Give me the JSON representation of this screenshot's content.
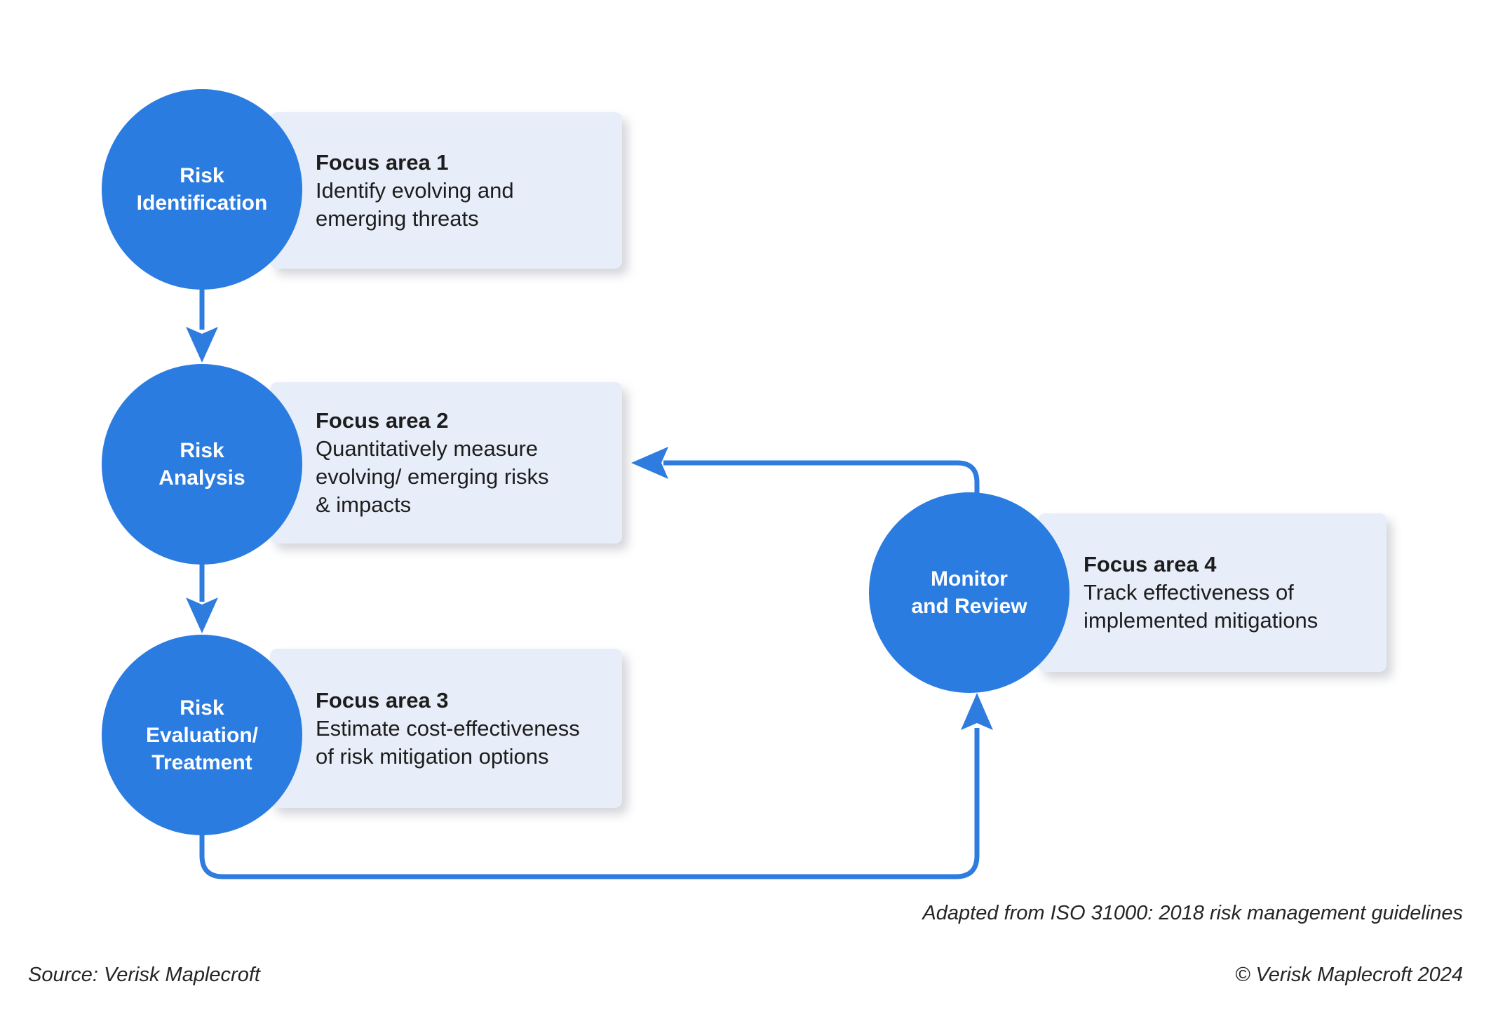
{
  "palette": {
    "node_blue": "#2B7CE0",
    "connector_blue": "#2E7CDE",
    "card_background": "#E8EEF9",
    "text_dark": "#1D1D1D",
    "footnote_text": "#252525",
    "page_background": "#FFFFFF"
  },
  "nodes": [
    {
      "id": "risk-identification",
      "label": "Risk\nIdentification",
      "focus": {
        "title": "Focus area 1",
        "body": "Identify evolving and\nemerging threats"
      }
    },
    {
      "id": "risk-analysis",
      "label": "Risk\nAnalysis",
      "focus": {
        "title": "Focus area 2",
        "body": "Quantitatively measure\nevolving/ emerging risks\n& impacts"
      }
    },
    {
      "id": "risk-evaluation-treatment",
      "label": "Risk\nEvaluation/\nTreatment",
      "focus": {
        "title": "Focus area 3",
        "body": "Estimate cost-effectiveness\nof risk mitigation options"
      }
    },
    {
      "id": "monitor-and-review",
      "label": "Monitor\nand Review",
      "focus": {
        "title": "Focus area 4",
        "body": "Track effectiveness of\nimplemented mitigations"
      }
    }
  ],
  "connectors": [
    {
      "from": "risk-identification",
      "to": "risk-analysis"
    },
    {
      "from": "risk-analysis",
      "to": "risk-evaluation-treatment"
    },
    {
      "from": "monitor-and-review",
      "to": "risk-analysis"
    },
    {
      "from": "risk-evaluation-treatment",
      "to": "monitor-and-review"
    }
  ],
  "annotations": {
    "adapted_note": "Adapted from ISO 31000: 2018 risk management guidelines",
    "source": "Source: Verisk Maplecroft",
    "copyright": "© Verisk Maplecroft 2024"
  }
}
